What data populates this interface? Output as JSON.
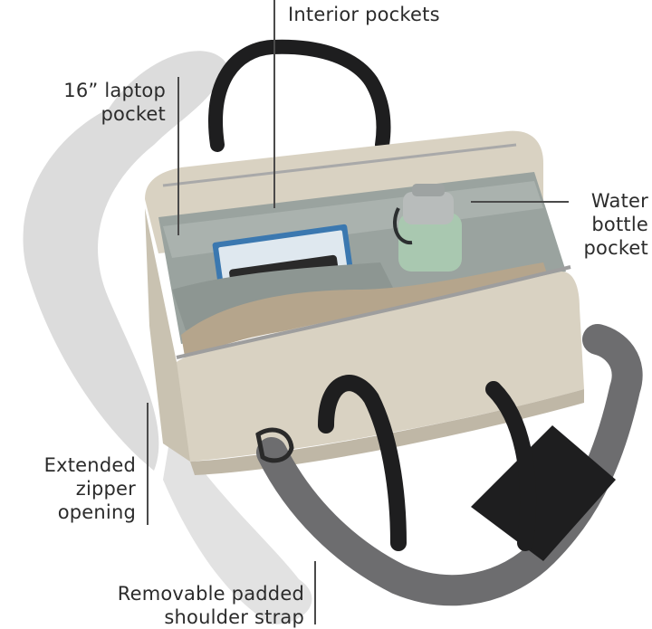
{
  "callouts": {
    "interior_pockets": "Interior pockets",
    "laptop_pocket": [
      "16” laptop",
      "pocket"
    ],
    "water_bottle_pocket": [
      "Water",
      "bottle",
      "pocket"
    ],
    "extended_zipper": [
      "Extended",
      "zipper",
      "opening"
    ],
    "shoulder_strap": [
      "Removable padded",
      "shoulder strap"
    ]
  },
  "colors": {
    "bag_body": "#d9d2c2",
    "bag_shadow": "#bfb7a6",
    "lining": "#9aa39f",
    "lining_dark": "#7f8884",
    "leather": "#1e1e1f",
    "bottle": "#a9c8b0",
    "book": "#3b78b0",
    "sweater": "#b5a58c",
    "ground_shadow": "#d7d7d7"
  }
}
